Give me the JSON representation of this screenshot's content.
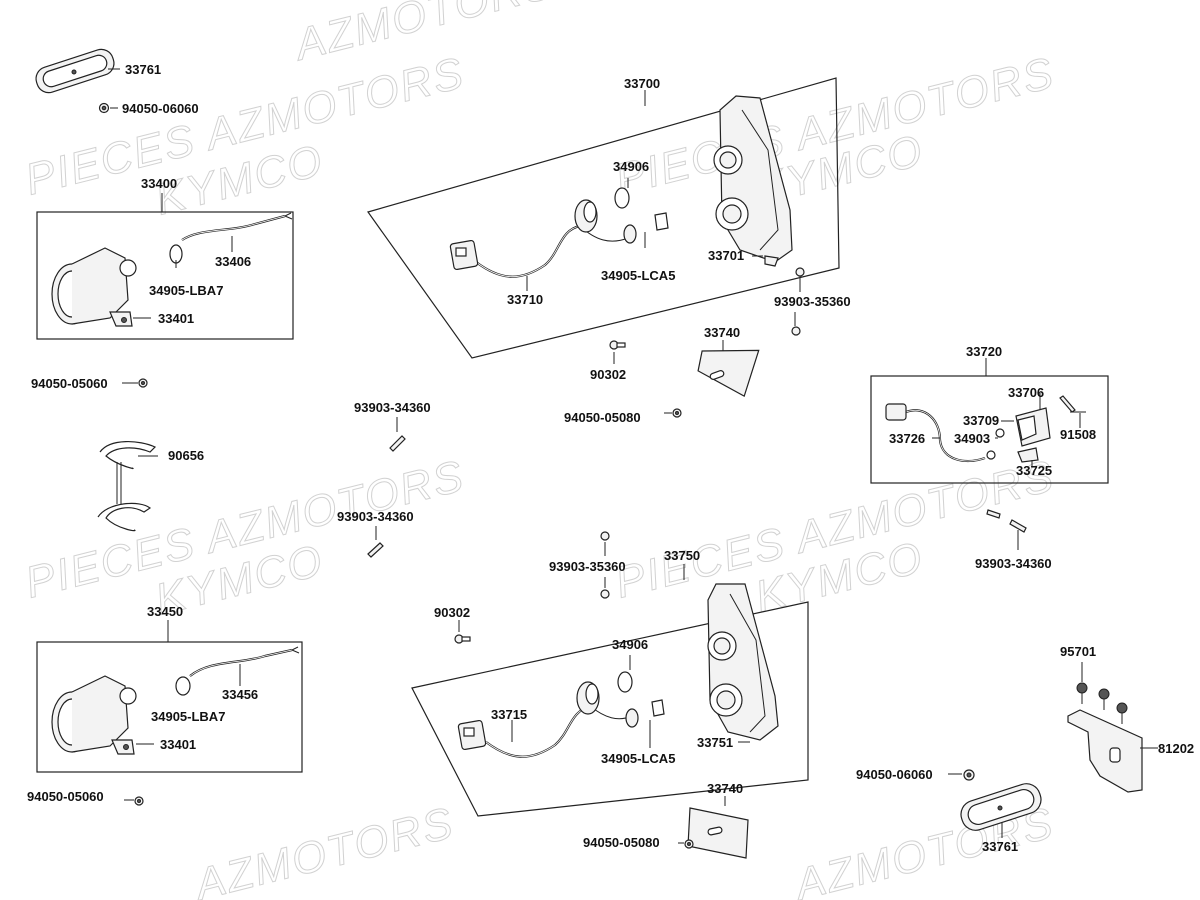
{
  "watermarks": [
    "AZMOTORS",
    "PIECES AZMOTORS",
    "KYMCO",
    "PIECES AZMOTORS",
    "KYMCO",
    "PIECES AZMOTORS",
    "KYMCO",
    "PIECES AZMOTORS",
    "KYMCO",
    "AZMOTORS",
    "AZMOTORS"
  ],
  "labels": {
    "p33761_top": "33761",
    "p94050_06060_top": "94050-06060",
    "p33400": "33400",
    "p33406": "33406",
    "p34905_lba7_top": "34905-LBA7",
    "p33401_top": "33401",
    "p94050_05060_top": "94050-05060",
    "p90656": "90656",
    "p33450": "33450",
    "p33456": "33456",
    "p34905_lba7_bot": "34905-LBA7",
    "p33401_bot": "33401",
    "p94050_05060_bot": "94050-05060",
    "p33700": "33700",
    "p34906_top": "34906",
    "p33701": "33701",
    "p33710": "33710",
    "p34905_lca5_top": "34905-LCA5",
    "p93903_35360_top": "93903-35360",
    "p33740_top": "33740",
    "p90302_top": "90302",
    "p94050_05080_top": "94050-05080",
    "p93903_34360_a": "93903-34360",
    "p93903_34360_b": "93903-34360",
    "p93903_35360_mid": "93903-35360",
    "p33750": "33750",
    "p90302_bot": "90302",
    "p34906_bot": "34906",
    "p33715": "33715",
    "p33751": "33751",
    "p34905_lca5_bot": "34905-LCA5",
    "p33740_bot": "33740",
    "p94050_05080_bot": "94050-05080",
    "p33720": "33720",
    "p33706": "33706",
    "p33709": "33709",
    "p91508": "91508",
    "p33726": "33726",
    "p34903": "34903",
    "p33725": "33725",
    "p93903_34360_right": "93903-34360",
    "p95701": "95701",
    "p81202": "81202",
    "p94050_06060_bot": "94050-06060",
    "p33761_bot": "33761"
  }
}
